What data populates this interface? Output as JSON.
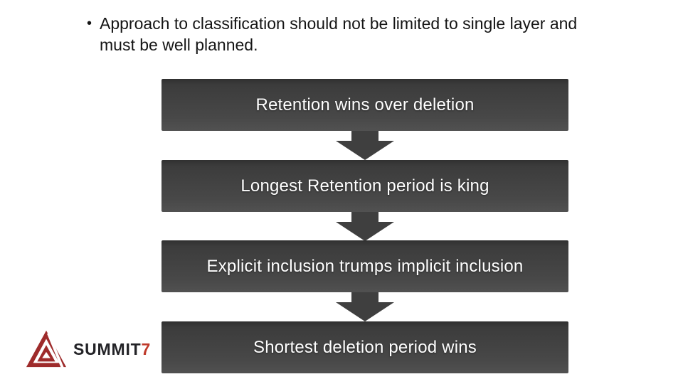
{
  "slide": {
    "bullet": {
      "marker": "•",
      "text": "Approach to classification should not be limited to single layer and\nmust be well planned."
    },
    "flow_steps": [
      {
        "label": "Retention wins over deletion"
      },
      {
        "label": "Longest Retention period is king"
      },
      {
        "label": "Explicit inclusion trumps implicit inclusion"
      },
      {
        "label": "Shortest deletion period wins"
      }
    ],
    "logo": {
      "name": "SUMMIT",
      "accent": "7"
    },
    "colors": {
      "box_gradient_top": "#303030",
      "box_gradient_bottom": "#515151",
      "arrow": "#3f3f3f",
      "logo_red": "#9e2b2b",
      "accent_red": "#bf3a2b",
      "box_text": "#ffffff",
      "body_text": "#151515"
    }
  }
}
